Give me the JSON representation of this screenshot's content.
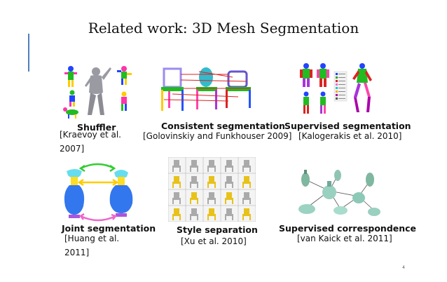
{
  "slide": {
    "title": "Related work: 3D Mesh Segmentation",
    "page_number": "4",
    "accent_color": "#4f7fc0"
  },
  "panels": [
    {
      "caption": "Shuffler",
      "citation_line1": "[Kraevoy et al.",
      "citation_line2": "2007]",
      "image": "segmented-human-figures"
    },
    {
      "caption": "Consistent segmentation",
      "citation_line1": "[Golovinskiy and Funkhouser  2009]",
      "image": "segmented-chairs"
    },
    {
      "caption": "Supervised segmentation",
      "citation_line1": "[Kalogerakis et al. 2010]",
      "image": "labeled-body-parts"
    },
    {
      "caption": "Joint segmentation",
      "citation_line1": "[Huang et al.",
      "citation_line2": "2011]",
      "image": "vases-with-correspondence-arrows"
    },
    {
      "caption": "Style separation",
      "citation_line1": "[Xu et al. 2010]",
      "image": "chair-style-grid"
    },
    {
      "caption": "Supervised correspondence",
      "citation_line1": "[van Kaick et al. 2011]",
      "image": "vase-correspondence-graph"
    }
  ],
  "legend_colors": [
    "#1e40ff",
    "#22aa22",
    "#dd2222",
    "#ff66cc",
    "#00cccc",
    "#ffaa00",
    "#aa00aa",
    "#555555"
  ]
}
